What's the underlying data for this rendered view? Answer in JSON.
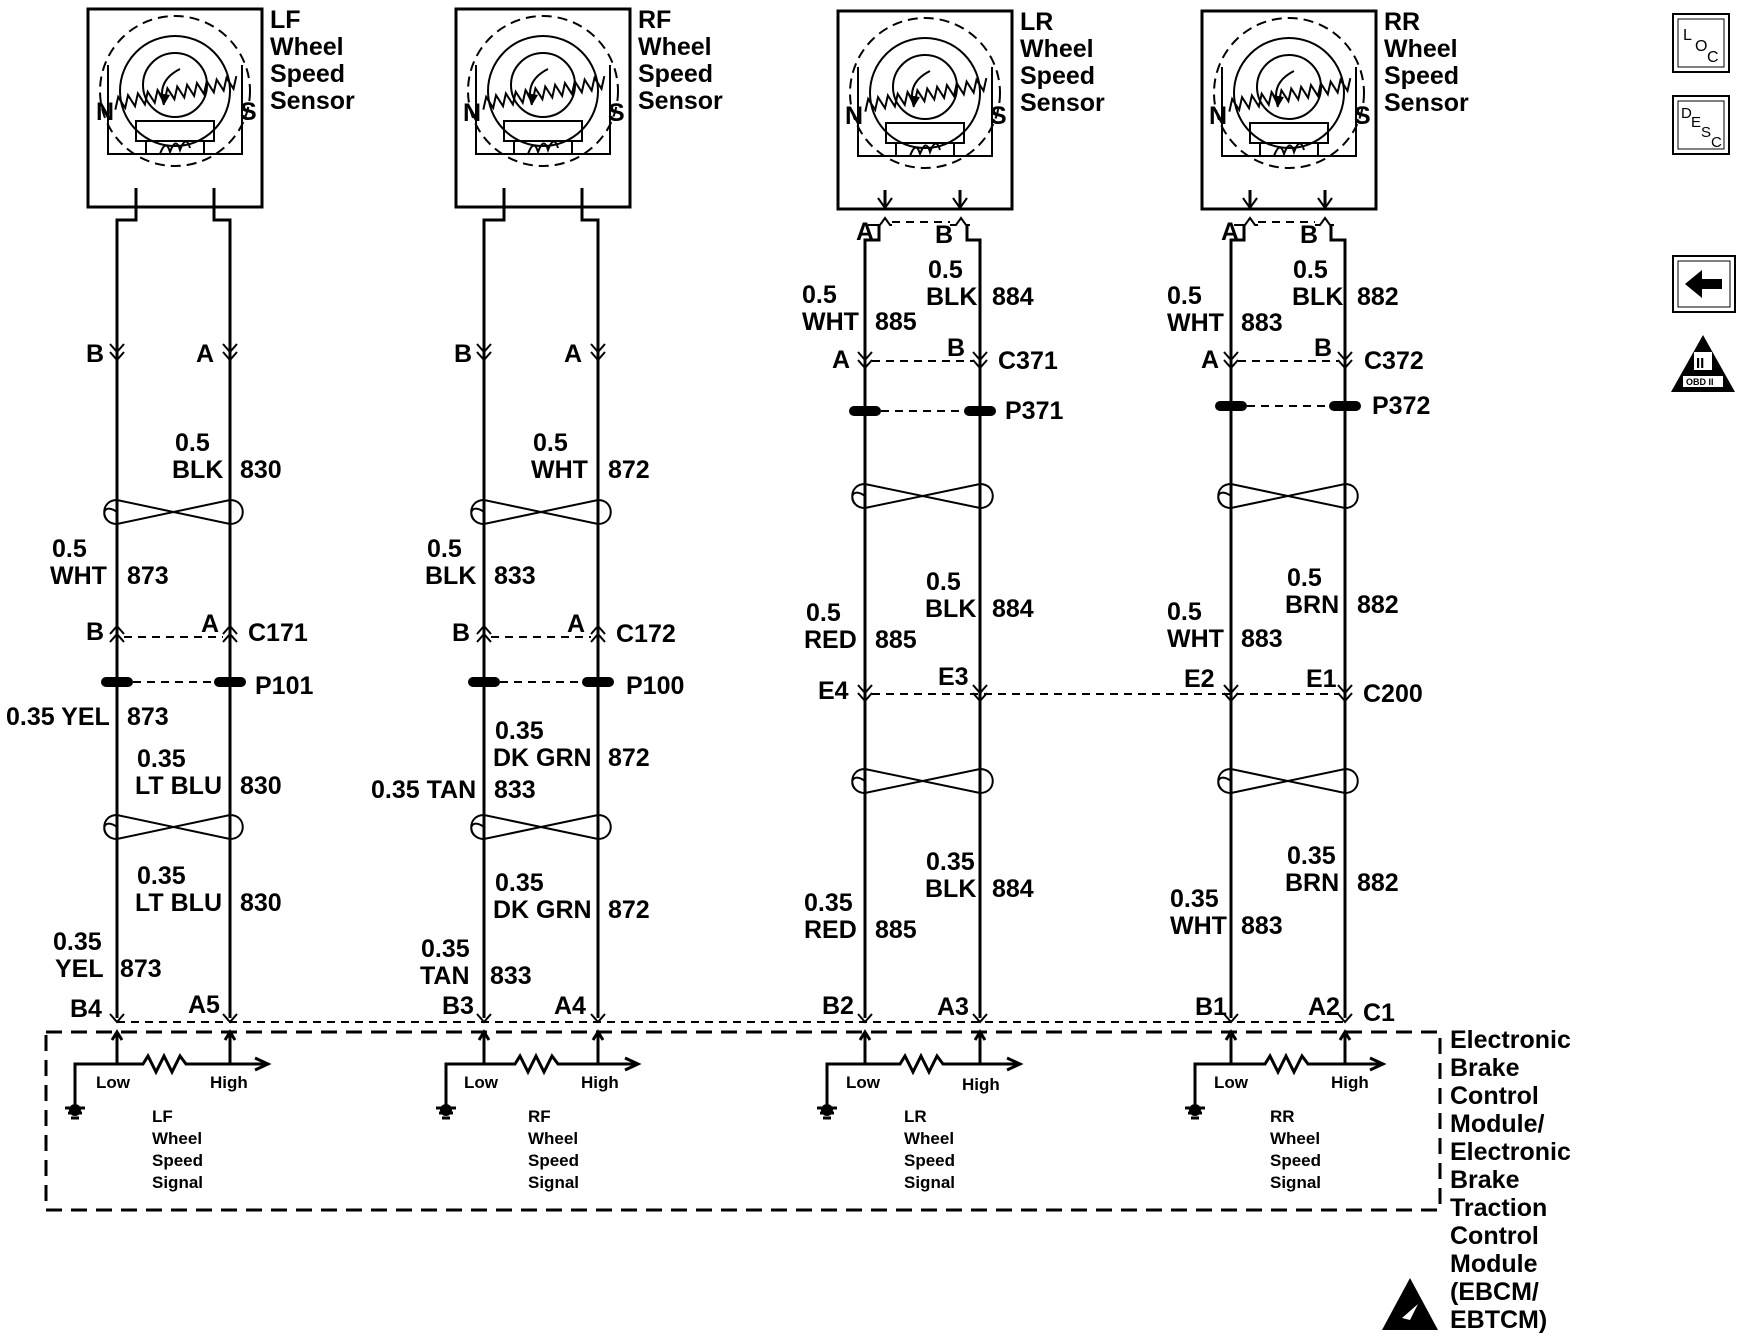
{
  "sensors": [
    {
      "id": "lf",
      "name_lines": [
        "LF",
        "Wheel",
        "Speed",
        "Sensor"
      ],
      "pole_n": "N",
      "pole_s": "S"
    },
    {
      "id": "rf",
      "name_lines": [
        "RF",
        "Wheel",
        "Speed",
        "Sensor"
      ],
      "pole_n": "N",
      "pole_s": "S"
    },
    {
      "id": "lr",
      "name_lines": [
        "LR",
        "Wheel",
        "Speed",
        "Sensor"
      ],
      "pole_n": "N",
      "pole_s": "S",
      "pin_a": "A",
      "pin_b": "B"
    },
    {
      "id": "rr",
      "name_lines": [
        "RR",
        "Wheel",
        "Speed",
        "Sensor"
      ],
      "pole_n": "N",
      "pole_s": "S",
      "pin_a": "A",
      "pin_b": "B"
    }
  ],
  "lf": {
    "top_pin_b": "B",
    "top_pin_a": "A",
    "w1": {
      "size": "0.5",
      "color": "BLK",
      "circuit": "830"
    },
    "w2": {
      "size": "0.5",
      "color": "WHT",
      "circuit": "873"
    },
    "c_pin_b": "B",
    "c_pin_a": "A",
    "connector": "C171",
    "splice": "P101",
    "w3": {
      "label": "0.35 YEL",
      "circuit": "873"
    },
    "w4": {
      "size": "0.35",
      "color": "LT BLU",
      "circuit": "830"
    },
    "w5": {
      "size": "0.35",
      "color": "LT BLU",
      "circuit": "830"
    },
    "w6": {
      "size": "0.35",
      "color": "YEL",
      "circuit": "873"
    },
    "mod_pin_left": "B4",
    "mod_pin_right": "A5"
  },
  "rf": {
    "top_pin_b": "B",
    "top_pin_a": "A",
    "w1": {
      "size": "0.5",
      "color": "WHT",
      "circuit": "872"
    },
    "w2": {
      "size": "0.5",
      "color": "BLK",
      "circuit": "833"
    },
    "c_pin_b": "B",
    "c_pin_a": "A",
    "connector": "C172",
    "splice": "P100",
    "w3": {
      "size": "0.35",
      "color": "DK GRN",
      "circuit": "872"
    },
    "w4": {
      "label": "0.35 TAN",
      "circuit": "833"
    },
    "w5": {
      "size": "0.35",
      "color": "DK GRN",
      "circuit": "872"
    },
    "w6": {
      "size": "0.35",
      "color": "TAN",
      "circuit": "833"
    },
    "mod_pin_left": "B3",
    "mod_pin_right": "A4"
  },
  "lr": {
    "w1": {
      "size": "0.5",
      "color": "BLK",
      "circuit": "884"
    },
    "w2": {
      "size": "0.5",
      "color": "WHT",
      "circuit": "885"
    },
    "c_pin_a": "A",
    "c_pin_b": "B",
    "connector": "C371",
    "splice": "P371",
    "w3": {
      "size": "0.5",
      "color": "BLK",
      "circuit": "884"
    },
    "w4": {
      "size": "0.5",
      "color": "RED",
      "circuit": "885"
    },
    "c200_pin_left": "E4",
    "c200_pin_right": "E3",
    "w5": {
      "size": "0.35",
      "color": "BLK",
      "circuit": "884"
    },
    "w6": {
      "size": "0.35",
      "color": "RED",
      "circuit": "885"
    },
    "mod_pin_left": "B2",
    "mod_pin_right": "A3"
  },
  "rr": {
    "w1": {
      "size": "0.5",
      "color": "BLK",
      "circuit": "882"
    },
    "w2": {
      "size": "0.5",
      "color": "WHT",
      "circuit": "883"
    },
    "c_pin_a": "A",
    "c_pin_b": "B",
    "connector": "C372",
    "splice": "P372",
    "w3": {
      "size": "0.5",
      "color": "BRN",
      "circuit": "882"
    },
    "w4": {
      "size": "0.5",
      "color": "WHT",
      "circuit": "883"
    },
    "c200_pin_left": "E2",
    "c200_pin_right": "E1",
    "c200_label": "C200",
    "w5": {
      "size": "0.35",
      "color": "BRN",
      "circuit": "882"
    },
    "w6": {
      "size": "0.35",
      "color": "WHT",
      "circuit": "883"
    },
    "mod_pin_left": "B1",
    "mod_pin_right": "A2",
    "mod_connector": "C1"
  },
  "module": {
    "name_lines": [
      "Electronic",
      "Brake",
      "Control",
      "Module/",
      "Electronic",
      "Brake",
      "Traction",
      "Control",
      "Module",
      "(EBCM/",
      "EBTCM)"
    ],
    "signals": [
      {
        "low": "Low",
        "high": "High",
        "lines": [
          "LF",
          "Wheel",
          "Speed",
          "Signal"
        ]
      },
      {
        "low": "Low",
        "high": "High",
        "lines": [
          "RF",
          "Wheel",
          "Speed",
          "Signal"
        ]
      },
      {
        "low": "Low",
        "high": "High",
        "lines": [
          "LR",
          "Wheel",
          "Speed",
          "Signal"
        ]
      },
      {
        "low": "Low",
        "high": "High",
        "lines": [
          "RR",
          "Wheel",
          "Speed",
          "Signal"
        ]
      }
    ]
  },
  "side_buttons": {
    "loc": {
      "top": "L",
      "mid": "O",
      "bot": "C"
    },
    "desc": {
      "top": "D",
      "mid": "E",
      "low": "S",
      "bot": "C"
    },
    "obd": {
      "roman": "II",
      "label": "OBD II"
    }
  },
  "icons": [
    "back-arrow-icon",
    "obd-ii-icon",
    "esd-sensitive-icon",
    "ground-icon"
  ]
}
